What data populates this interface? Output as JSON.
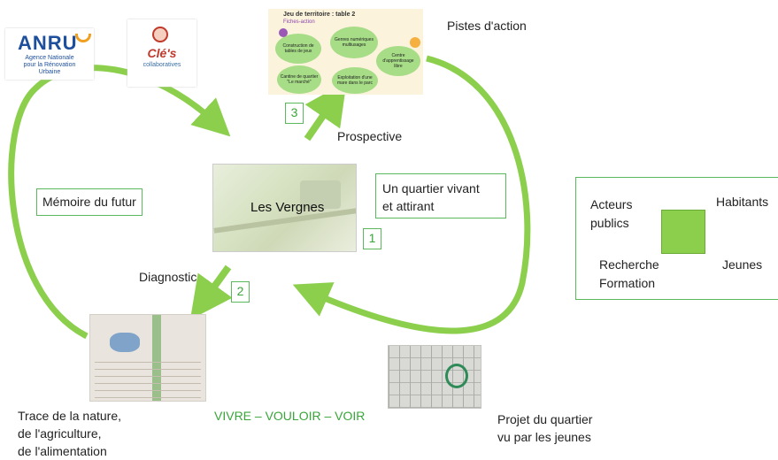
{
  "logos": {
    "anru_mark": "ANRU",
    "anru_line1": "Agence Nationale",
    "anru_line2": "pour la Rénovation",
    "anru_line3": "Urbaine",
    "cle_mark": "Clé's",
    "cle_sub": "collaboratives"
  },
  "actions_card": {
    "title": "Jeu de territoire : table 2",
    "subtitle": "Fiches-action",
    "bubbles": [
      "Construction de tables de jeux",
      "Genres numériques multiusages",
      "Centre d'apprentissage libre",
      "Cantine de quartier \"Le marché\"",
      "Exploitation d'une mare dans le parc"
    ]
  },
  "labels": {
    "pistes": "Pistes d'action",
    "prospective": "Prospective",
    "memoire": "Mémoire du futur",
    "vergnes": "Les Vergnes",
    "quartier_line1": "Un quartier vivant",
    "quartier_line2": "et attirant",
    "diagnostic": "Diagnostic",
    "vivre": "VIVRE – VOULOIR – VOIR",
    "trace_line1": "Trace de la nature,",
    "trace_line2": "de l'agriculture,",
    "trace_line3": "de l'alimentation",
    "projet_line1": "Projet du quartier",
    "projet_line2": "vu par les jeunes"
  },
  "steps": [
    "1",
    "2",
    "3"
  ],
  "legend": {
    "acteurs_line1": "Acteurs",
    "acteurs_line2": "publics",
    "habitants": "Habitants",
    "recherche_line1": "Recherche",
    "recherche_line2": "Formation",
    "jeunes": "Jeunes"
  },
  "colors": {
    "arrow_green": "#8ccf4d",
    "box_green": "#5cb85c",
    "text_green": "#3aa53a",
    "legend_square": "#8ccf4d"
  }
}
